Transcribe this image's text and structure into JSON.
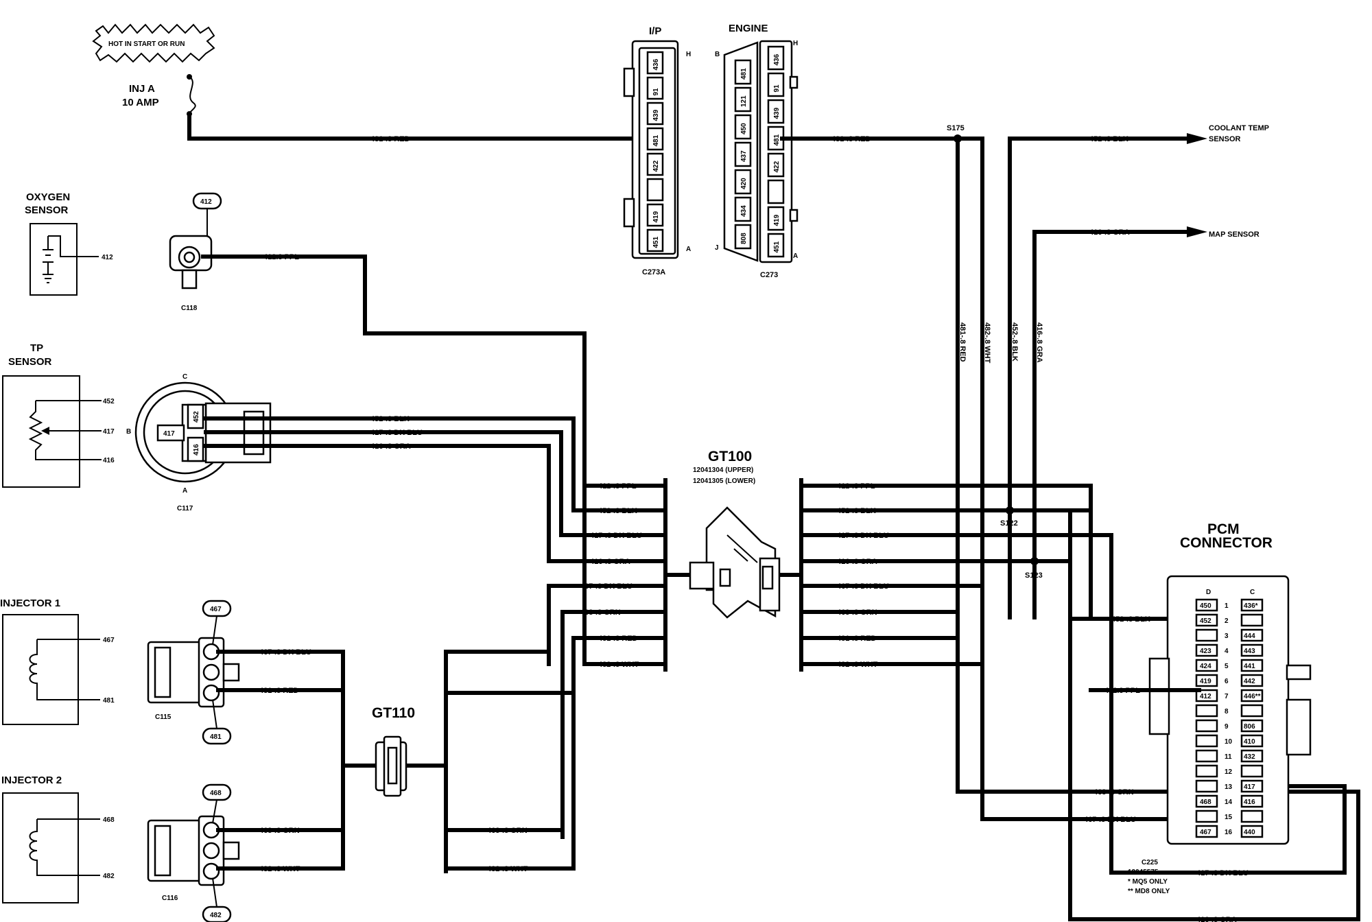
{
  "notes": {
    "hot": "HOT IN START OR RUN"
  },
  "fuse": {
    "name": "INJ A",
    "rating": "10 AMP"
  },
  "sensors": {
    "oxygen": {
      "title1": "OXYGEN",
      "title2": "SENSOR",
      "pin": "412"
    },
    "tp": {
      "title1": "TP",
      "title2": "SENSOR",
      "pins": [
        "452",
        "417",
        "416"
      ]
    },
    "injector1": {
      "title": "INJECTOR 1",
      "pins": [
        "467",
        "481"
      ]
    },
    "injector2": {
      "title": "INJECTOR 2",
      "pins": [
        "468",
        "482"
      ]
    }
  },
  "connectors": {
    "ip": {
      "title": "I/P",
      "name": "C273A",
      "top": "H",
      "bottom": "A",
      "cells": [
        "436",
        "91",
        "439",
        "481",
        "422",
        "",
        "419",
        "451"
      ]
    },
    "engine": {
      "title": "ENGINE",
      "name": "C273",
      "top_l": "B",
      "top_r": "H",
      "bot_l": "J",
      "bot_r": "A",
      "left_cells": [
        "481",
        "121",
        "450",
        "437",
        "420",
        "434",
        "808"
      ],
      "right_cells": [
        "436",
        "91",
        "439",
        "481",
        "422",
        "",
        "419",
        "451"
      ]
    },
    "c118_o2": {
      "name": "C118",
      "tag": "412"
    },
    "c117": {
      "name": "C117",
      "c": "C",
      "b": "B",
      "a": "A",
      "pins": [
        "452",
        "417",
        "416"
      ]
    },
    "c115": {
      "name": "C115",
      "tags": [
        "467",
        "481"
      ]
    },
    "c116": {
      "name": "C116",
      "tags": [
        "468",
        "482"
      ]
    },
    "gt100": {
      "title": "GT100",
      "upper": "12041304 (UPPER)",
      "lower": "12041305 (LOWER)"
    },
    "gt110": {
      "title": "GT110"
    },
    "pcm": {
      "title1": "PCM",
      "title2": "CONNECTOR",
      "col_d": "D",
      "col_c": "C",
      "rows": [
        {
          "n": "1",
          "d": "450",
          "c": "436*"
        },
        {
          "n": "2",
          "d": "452",
          "c": ""
        },
        {
          "n": "3",
          "d": "",
          "c": "444"
        },
        {
          "n": "4",
          "d": "423",
          "c": "443"
        },
        {
          "n": "5",
          "d": "424",
          "c": "441"
        },
        {
          "n": "6",
          "d": "419",
          "c": "442"
        },
        {
          "n": "7",
          "d": "412",
          "c": "446**"
        },
        {
          "n": "8",
          "d": "",
          "c": ""
        },
        {
          "n": "9",
          "d": "",
          "c": "806"
        },
        {
          "n": "10",
          "d": "",
          "c": "410"
        },
        {
          "n": "11",
          "d": "",
          "c": "432"
        },
        {
          "n": "12",
          "d": "",
          "c": ""
        },
        {
          "n": "13",
          "d": "",
          "c": "417"
        },
        {
          "n": "14",
          "d": "468",
          "c": "416"
        },
        {
          "n": "15",
          "d": "",
          "c": ""
        },
        {
          "n": "16",
          "d": "467",
          "c": "440"
        }
      ],
      "c225": "C225",
      "part": "12045575",
      "note1": "* MQ5 ONLY",
      "note2": "** MD8 ONLY"
    }
  },
  "splices": {
    "s175": "S175",
    "s122": "S122",
    "s123": "S123"
  },
  "destinations": {
    "coolant1": "COOLANT TEMP",
    "coolant2": "SENSOR",
    "map": "MAP SENSOR"
  },
  "wires": {
    "red_top_left": "481-.8 RED",
    "red_top_right": "481-.8 RED",
    "blk_coolant": "452-.8 BLK",
    "gra_map": "416-.8 GRA",
    "ppl_o2": "412.8 PPL",
    "tp_blk": "452-.8 BLK",
    "tp_dkblu": "417-.8 DK BLU",
    "tp_gra": "416-.8 GRA",
    "v481": "481-.8 RED",
    "v482": "482-.8 WHT",
    "v452": "452-.8 BLK",
    "v416": "416-.8 GRA",
    "gl_ppl": "412-.8 PPL",
    "gl_blk": "452-.8 BLK",
    "gl_dkblu": "417-.8 DK BLU",
    "gl_gra": "416-.8 GRA",
    "gl_467": "467-.8 DK BLU",
    "gl_468": "468-.8 GRN",
    "gl_481": "481-.8 RED",
    "gl_482": "482-.8 WHT",
    "gr_ppl": "412-.8 PPL",
    "gr_blk": "452-.8 BLK",
    "gr_dkblu": "417-.8 DK BLU",
    "gr_gra": "416-.8 GRA",
    "gr_467": "467-.8 DK BLU",
    "gr_468": "468-.8 GRN",
    "gr_481": "481-.8 RED",
    "gr_482": "482-.8 WHT",
    "inj1_467": "467-.8 DK BLU",
    "inj1_481": "481-.8 RED",
    "inj2_468": "468-.8 GRN",
    "inj2_482": "482-.8 WHT",
    "gt110_468": "468-.8 GRN",
    "gt110_482": "482-.8 WHT",
    "pcm_452": "452-.8 BLK",
    "pcm_412": "412.8 PPL",
    "pcm_468": "468-.8 GRN",
    "pcm_467": "467-.8 DK BLU",
    "bot_417": "417-.8 DK BLU",
    "bot_416": "416-.8 GRA"
  }
}
